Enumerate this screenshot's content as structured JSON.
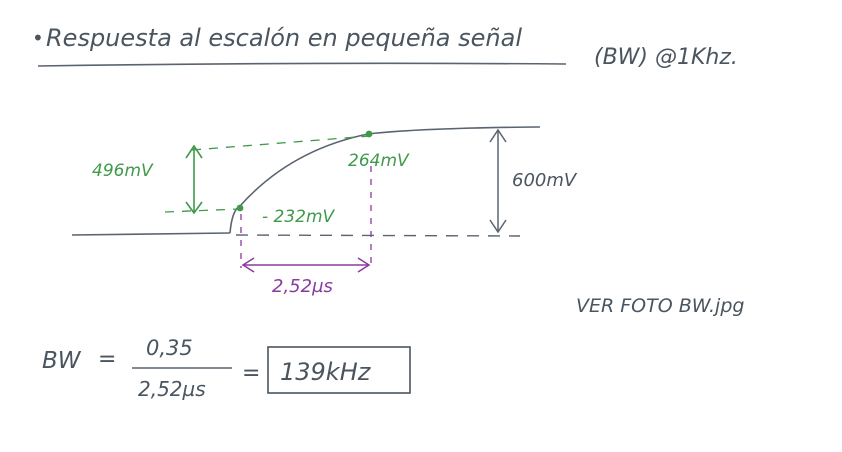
{
  "heading": {
    "bullet": "•",
    "title": "Respuesta al escalón en pequeña señal",
    "suffix": "(BW) @1Khz."
  },
  "diagram": {
    "label_step_green": "496mV",
    "label_top_green": "264mV",
    "label_low_green": "- 232mV",
    "label_total": "600mV",
    "label_time": "2,52µs"
  },
  "note": "VER FOTO BW.jpg",
  "formula": {
    "lhs": "BW",
    "eq1": "=",
    "numerator": "0,35",
    "denominator": "2,52µs",
    "eq2": "=",
    "result": "139kHz"
  },
  "colors": {
    "gray_ink": "#4a5560",
    "green_ink": "#3f9a4a",
    "purple_ink": "#8a3aa0"
  }
}
